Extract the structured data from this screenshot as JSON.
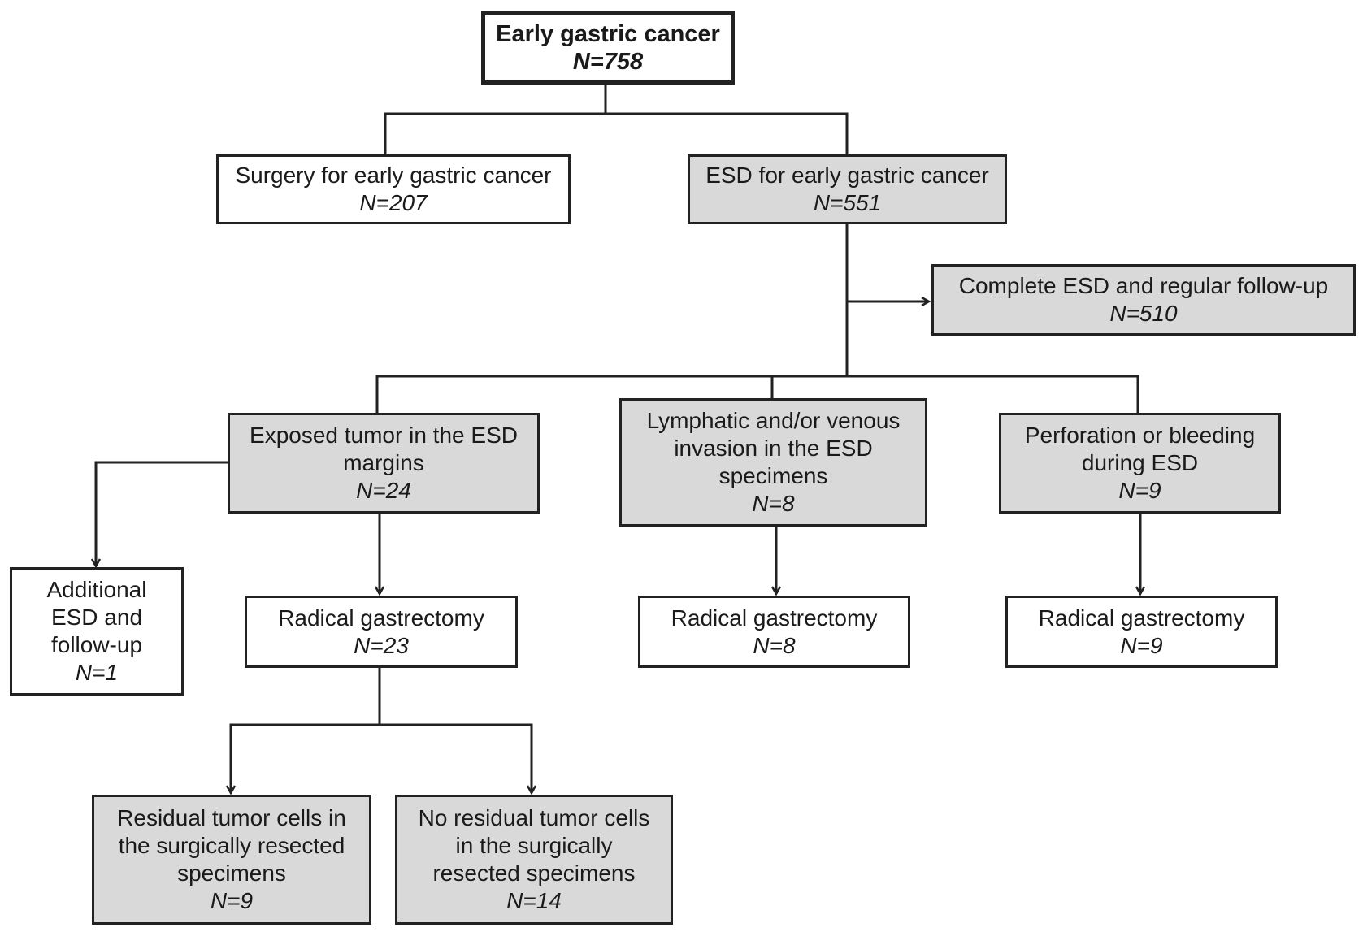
{
  "nodes": {
    "root": {
      "label": "Early gastric cancer",
      "n": "N=758"
    },
    "surgery": {
      "label": "Surgery for early gastric cancer",
      "n": "N=207"
    },
    "esd": {
      "label": "ESD for early gastric cancer",
      "n": "N=551"
    },
    "complete": {
      "label": "Complete ESD and regular follow-up",
      "n": "N=510"
    },
    "exposed": {
      "label": "Exposed tumor in the ESD margins",
      "n": "N=24"
    },
    "lymphatic": {
      "label": "Lymphatic and/or venous invasion in the ESD specimens",
      "n": "N=8"
    },
    "perforation": {
      "label": "Perforation or bleeding during ESD",
      "n": "N=9"
    },
    "additional": {
      "label": "Additional ESD and follow-up",
      "n": "N=1"
    },
    "radical1": {
      "label": "Radical gastrectomy",
      "n": "N=23"
    },
    "radical2": {
      "label": "Radical gastrectomy",
      "n": "N=8"
    },
    "radical3": {
      "label": "Radical gastrectomy",
      "n": "N=9"
    },
    "residual": {
      "label": "Residual tumor cells in the surgically resected specimens",
      "n": "N=9"
    },
    "noresidual": {
      "label": "No residual tumor cells in the surgically resected specimens",
      "n": "N=14"
    }
  }
}
